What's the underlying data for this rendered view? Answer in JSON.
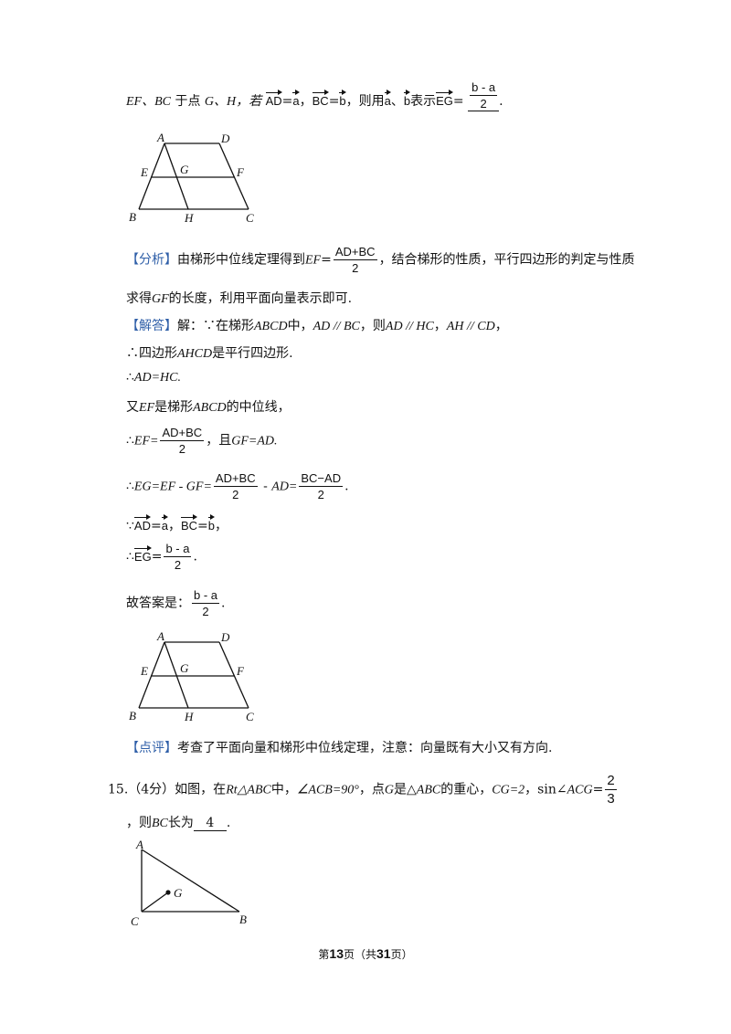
{
  "q14": {
    "intro_a": "EF、BC",
    "intro_b": "于点",
    "intro_c": "G、H，若",
    "v_ad": "AD",
    "eq": "=",
    "v_a": "a",
    "sep": "，",
    "v_bc": "BC",
    "v_b": "b",
    "intro_d": "，则用",
    "intro_e": "、",
    "intro_f": "表示",
    "v_eg": "EG",
    "ans_num": "b - a",
    "ans_den": "2",
    "period": "."
  },
  "fig1": {
    "A": "A",
    "D": "D",
    "E": "E",
    "G": "G",
    "F": "F",
    "B": "B",
    "H": "H",
    "C": "C"
  },
  "analysis": {
    "tag": "【分析】",
    "text1": "由梯形中位线定理得到",
    "ef": "EF",
    "eq": "=",
    "num": "AD+BC",
    "den": "2",
    "text2": "，结合梯形的性质，平行四边形的判定与性质",
    "line2a": "求得",
    "gf": "GF",
    "line2b": "的长度，利用平面向量表示即可."
  },
  "solution": {
    "tag": "【解答】",
    "l1a": "解：∵在梯形",
    "abcd": "ABCD",
    "l1b": "中，",
    "l1c": "AD // BC",
    "l1d": "，则",
    "l1e": "AD // HC",
    "l1f": "，",
    "l1g": "AH // CD",
    "l1h": "，",
    "l2a": "∴四边形",
    "ahcd": "AHCD",
    "l2b": "是平行四边形.",
    "l3a": "∴",
    "l3b": "AD=HC.",
    "l4a": "又",
    "ef": "EF",
    "l4b": "是梯形",
    "l4c": "ABCD",
    "l4d": "的中位线，",
    "l5a": "∴",
    "l5b": "EF=",
    "l5num": "AD+BC",
    "l5den": "2",
    "l5c": "，且",
    "l5d": "GF=AD.",
    "l6a": "∴",
    "l6b": "EG=EF - GF=",
    "l6num1": "AD+BC",
    "l6den1": "2",
    "l6c": " - ",
    "l6d": "AD=",
    "l6num2": "BC−AD",
    "l6den2": "2",
    "l6e": ".",
    "l7a": "∵",
    "l7ad": "AD",
    "l7eq": "=",
    "l7va": "a",
    "l7sep": "，",
    "l7bc": "BC",
    "l7vb": "b",
    "l7end": "，",
    "l8a": "∴",
    "l8eg": "EG",
    "l8eq": "=",
    "l8num": "b - a",
    "l8den": "2",
    "l8end": ".",
    "l9a": "故答案是：",
    "l9num": "b - a",
    "l9den": "2",
    "l9end": "."
  },
  "comment": {
    "tag": "【点评】",
    "text": "考查了平面向量和梯形中位线定理，注意：向量既有大小又有方向."
  },
  "q15": {
    "num": "15.",
    "score": "（4分）如图，在",
    "rt": "Rt△ABC",
    "t1": "中，",
    "ang": "∠ACB=90°",
    "t2": "，点",
    "g": "G",
    "t3": "是△",
    "abc": "ABC",
    "t4": "的重心，",
    "cg": "CG=2",
    "t5": "，sin∠",
    "acg": "ACG",
    "eq": "=",
    "fnum": "2",
    "fden": "3",
    "l2a": "，则",
    "bc": "BC",
    "l2b": "长为",
    "ans": "4",
    "l2c": "."
  },
  "fig3": {
    "A": "A",
    "G": "G",
    "C": "C",
    "B": "B"
  },
  "footer": {
    "pre": "第",
    "page": "13",
    "mid": "页（共",
    "total": "31",
    "post": "页）"
  }
}
